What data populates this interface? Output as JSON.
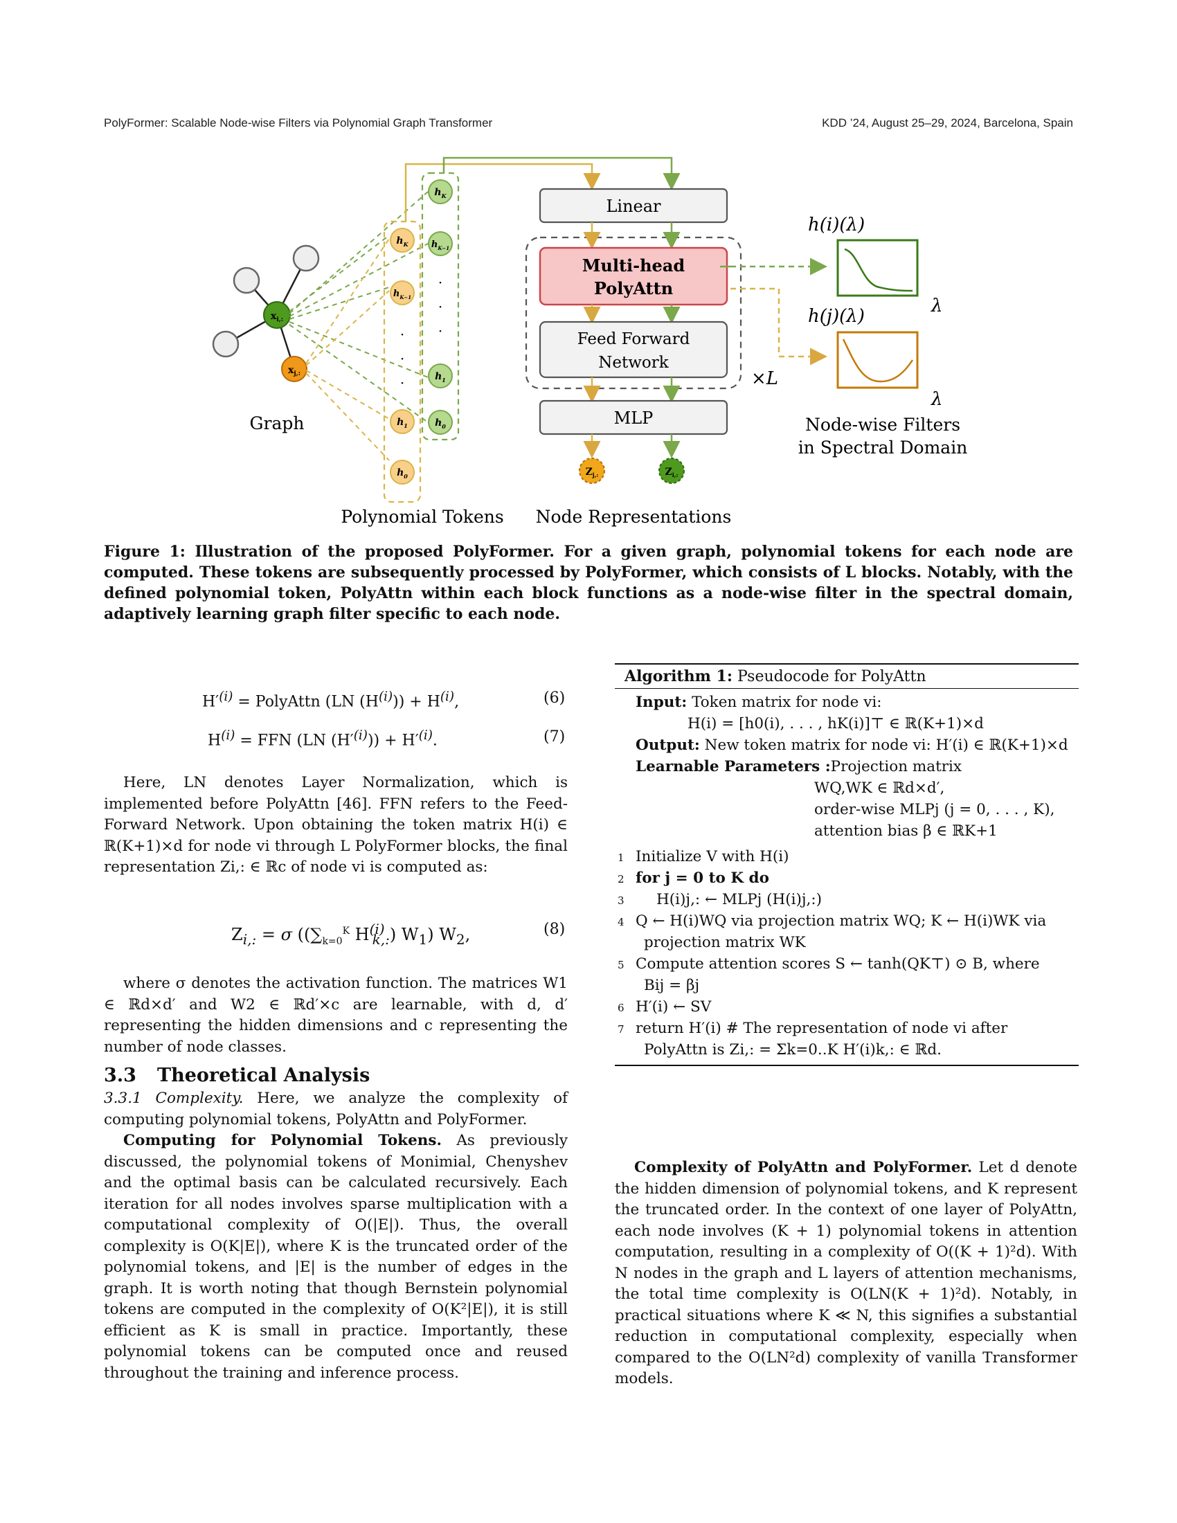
{
  "header": {
    "left": "PolyFormer: Scalable Node-wise Filters via Polynomial Graph Transformer",
    "right": "KDD ’24, August 25–29, 2024, Barcelona, Spain"
  },
  "figure": {
    "linear": "Linear",
    "multihead_line1": "Multi-head",
    "multihead_line2": "PolyAttn",
    "ffn_line1": "Feed Forward",
    "ffn_line2": "Network",
    "mlp": "MLP",
    "times_L": "×L",
    "graph_label": "Graph",
    "poly_tokens_label": "Polynomial Tokens",
    "node_repr_label": "Node Representations",
    "filters_line1": "Node-wise Filters",
    "filters_line2": "in Spectral Domain",
    "h_i_lambda": "h(i)(λ)",
    "h_j_lambda": "h(j)(λ)",
    "lambda": "λ",
    "colors": {
      "green": "#5a9a2e",
      "orange": "#e0961c",
      "pink": "#f7c6c7",
      "red": "#c9464a"
    }
  },
  "caption": "Figure 1: Illustration of the proposed PolyFormer. For a given graph, polynomial tokens for each node are computed. These tokens are subsequently processed by PolyFormer, which consists of L blocks. Notably, with the defined polynomial token, PolyAttn within each block functions as a node-wise filter in the spectral domain, adaptively learning graph filter specific to each node.",
  "equations": {
    "eq6": "H′(i) = PolyAttn (LN (H(i))) + H(i),",
    "eq6_num": "(6)",
    "eq7": "H(i) = FFN (LN (H′(i))) + H′(i).",
    "eq7_num": "(7)",
    "eq8": "Zi,: = σ ((Σk=0..K H(i)k,:) W1) W2,",
    "eq8_num": "(8)"
  },
  "left_col": {
    "p1": "Here, LN denotes Layer Normalization, which is implemented before PolyAttn [46]. FFN refers to the Feed-Forward Network. Upon obtaining the token matrix H(i) ∈ ℝ(K+1)×d for node vi through L PolyFormer blocks, the final representation Zi,: ∈ ℝc of node vi is computed as:",
    "p2": "where σ denotes the activation function. The matrices W1 ∈ ℝd×d′ and W2 ∈ ℝd′×c are learnable, with d, d′ representing the hidden dimensions and c representing the number of node classes.",
    "section_num": "3.3",
    "section_title": "Theoretical Analysis",
    "sub_head": "3.3.1 Complexity.",
    "sub_text": " Here, we analyze the complexity of computing polynomial tokens, PolyAttn and PolyFormer.",
    "bold_head": "Computing for Polynomial Tokens.",
    "p3": " As previously discussed, the polynomial tokens of Monimial, Chenyshev and the optimal basis can be calculated recursively. Each iteration for all nodes involves sparse multiplication with a computational complexity of O(|E|). Thus, the overall complexity is O(K|E|), where K is the truncated order of the polynomial tokens, and |E| is the number of edges in the graph. It is worth noting that though Bernstein polynomial tokens are computed in the complexity of O(K²|E|), it is still efficient as K is small in practice. Importantly, these polynomial tokens can be computed once and reused throughout the training and inference process."
  },
  "algorithm": {
    "title_bold": "Algorithm 1:",
    "title": " Pseudocode for PolyAttn",
    "input_label": "Input:",
    "input_text": " Token matrix for node vi:",
    "input_eq": "H(i) = [h0(i), . . . , hK(i)]⊤ ∈ ℝ(K+1)×d",
    "output_label": "Output:",
    "output_text": " New token matrix for node vi: H′(i) ∈ ℝ(K+1)×d",
    "params_label": "Learnable Parameters :",
    "params_text": "Projection matrix",
    "params_1": "WQ,WK ∈ ℝd×d′,",
    "params_2": "order-wise MLPj (j = 0, . . . , K),",
    "params_3": "attention bias β ∈ ℝK+1",
    "lines": [
      {
        "n": "1",
        "text": "Initialize V with H(i)"
      },
      {
        "n": "2",
        "text": "for j = 0 to K do"
      },
      {
        "n": "3",
        "text": "H(i)j,: ← MLPj (H(i)j,:)"
      },
      {
        "n": "4",
        "text": "Q ← H(i)WQ via projection matrix WQ; K ← H(i)WK via"
      },
      {
        "n": "",
        "text": "projection matrix WK"
      },
      {
        "n": "5",
        "text": "Compute attention scores S ← tanh(QK⊤) ⊙ B, where"
      },
      {
        "n": "",
        "text": "Bij = βj"
      },
      {
        "n": "6",
        "text": "H′(i) ← SV"
      },
      {
        "n": "7",
        "text": "return H′(i)      # The representation of node vi after"
      },
      {
        "n": "",
        "text": "PolyAttn is Zi,: = Σk=0..K H′(i)k,: ∈ ℝd."
      }
    ]
  },
  "right_col": {
    "bold_head": "Complexity of PolyAttn and PolyFormer.",
    "p1": " Let d denote the hidden dimension of polynomial tokens, and K represent the truncated order. In the context of one layer of PolyAttn, each node involves (K + 1) polynomial tokens in attention computation, resulting in a complexity of O((K + 1)²d). With N nodes in the graph and L layers of attention mechanisms, the total time complexity is O(LN(K + 1)²d). Notably, in practical situations where K ≪ N, this signifies a substantial reduction in computational complexity, especially when compared to the O(LN²d) complexity of vanilla Transformer models."
  }
}
